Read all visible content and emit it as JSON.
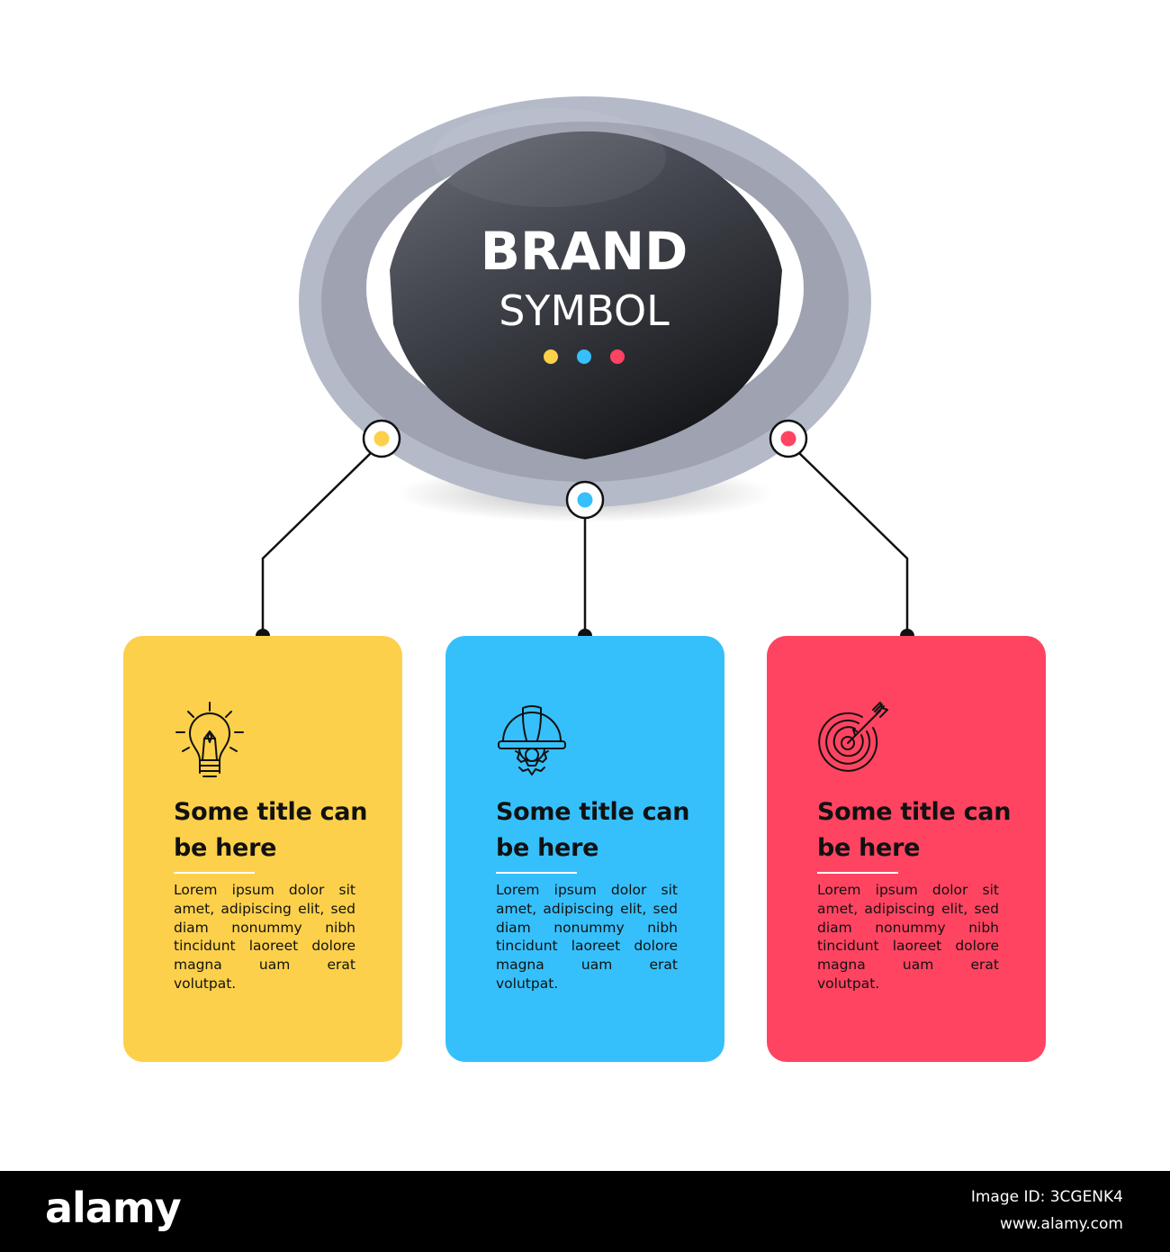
{
  "brand": {
    "title": "BRAND",
    "subtitle": "SYMBOL",
    "dot_colors": [
      "#fcd04a",
      "#36c0fb",
      "#ff4461"
    ]
  },
  "cards": [
    {
      "icon": "lightbulb-icon",
      "color": "#fcd04a",
      "title": "Some title can be here",
      "body": "Lorem ipsum dolor sit amet, adipiscing elit, sed diam nonummy nibh tincidunt laoreet dolore magna uam erat volutpat."
    },
    {
      "icon": "hard-hat-gear-icon",
      "color": "#36c0fb",
      "title": "Some title can be here",
      "body": "Lorem ipsum dolor sit amet, adipiscing elit, sed diam nonummy nibh tincidunt laoreet dolore magna uam erat volutpat."
    },
    {
      "icon": "target-arrow-icon",
      "color": "#ff4461",
      "title": "Some title can be here",
      "body": "Lorem ipsum dolor sit amet, adipiscing elit, sed diam nonummy nibh tincidunt laoreet dolore magna uam erat volutpat."
    }
  ],
  "watermark": {
    "logo": "alamy",
    "image_id": "Image ID: 3CGENK4",
    "site": "www.alamy.com"
  }
}
